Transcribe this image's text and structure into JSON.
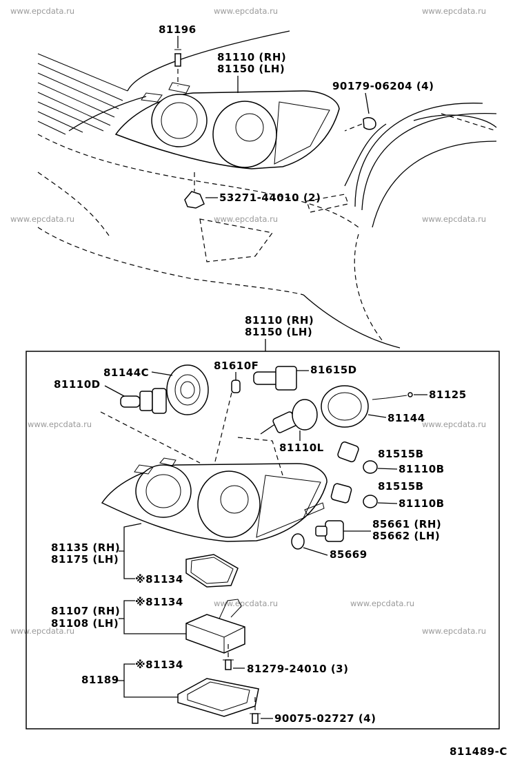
{
  "watermark": "www.epcdata.ru",
  "diagram_code": "811489-C",
  "labels": {
    "l81196": "81196",
    "l81110rh_top": "81110 (RH)",
    "l81150lh_top": "81150 (LH)",
    "l90179": "90179-06204 (4)",
    "l53271": "53271-44010 (2)",
    "l81110rh_box": "81110 (RH)",
    "l81150lh_box": "81150 (LH)",
    "l81144c": "81144C",
    "l81610f": "81610F",
    "l81615d": "81615D",
    "l81110d": "81110D",
    "l81125": "81125",
    "l81144": "81144",
    "l81110l": "81110L",
    "l81515b_1": "81515B",
    "l81110b_1": "81110B",
    "l81515b_2": "81515B",
    "l81110b_2": "81110B",
    "l85661": "85661 (RH)",
    "l85662": "85662 (LH)",
    "l85669": "85669",
    "l81135": "81135 (RH)",
    "l81175": "81175 (LH)",
    "l81134_1": "※81134",
    "l81134_2": "※81134",
    "l81107": "81107 (RH)",
    "l81108": "81108 (LH)",
    "l81134_3": "※81134",
    "l81279": "81279-24010 (3)",
    "l81189": "81189",
    "l90075": "90075-02727 (4)"
  }
}
